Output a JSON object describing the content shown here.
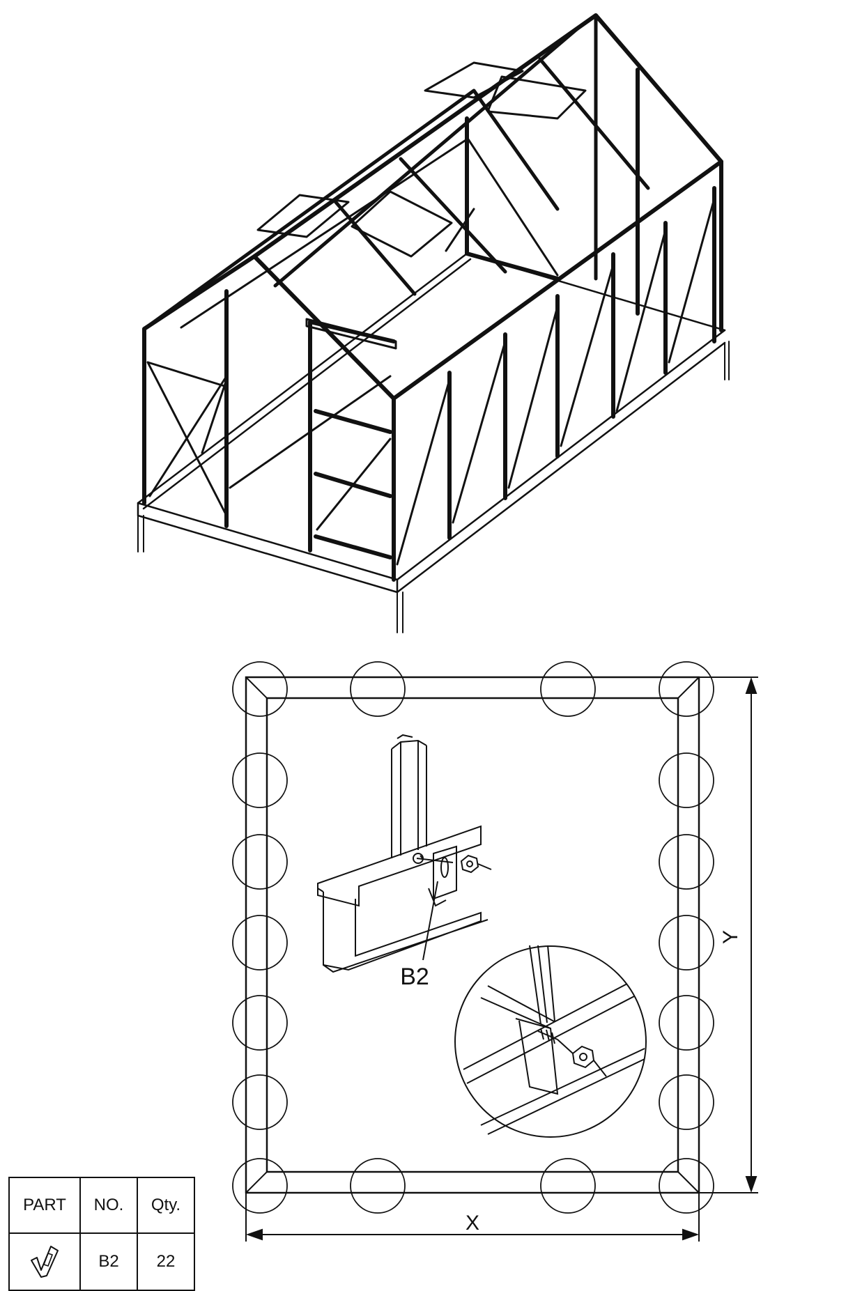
{
  "labels": {
    "part_ref": "B2",
    "dim_x": "X",
    "dim_y": "Y"
  },
  "table": {
    "headers": {
      "part": "PART",
      "no": "NO.",
      "qty": "Qty."
    },
    "row": {
      "part_icon": "bolt-clip-icon",
      "no": "B2",
      "qty": "22"
    }
  },
  "colors": {
    "line": "#111111",
    "background": "#ffffff"
  }
}
